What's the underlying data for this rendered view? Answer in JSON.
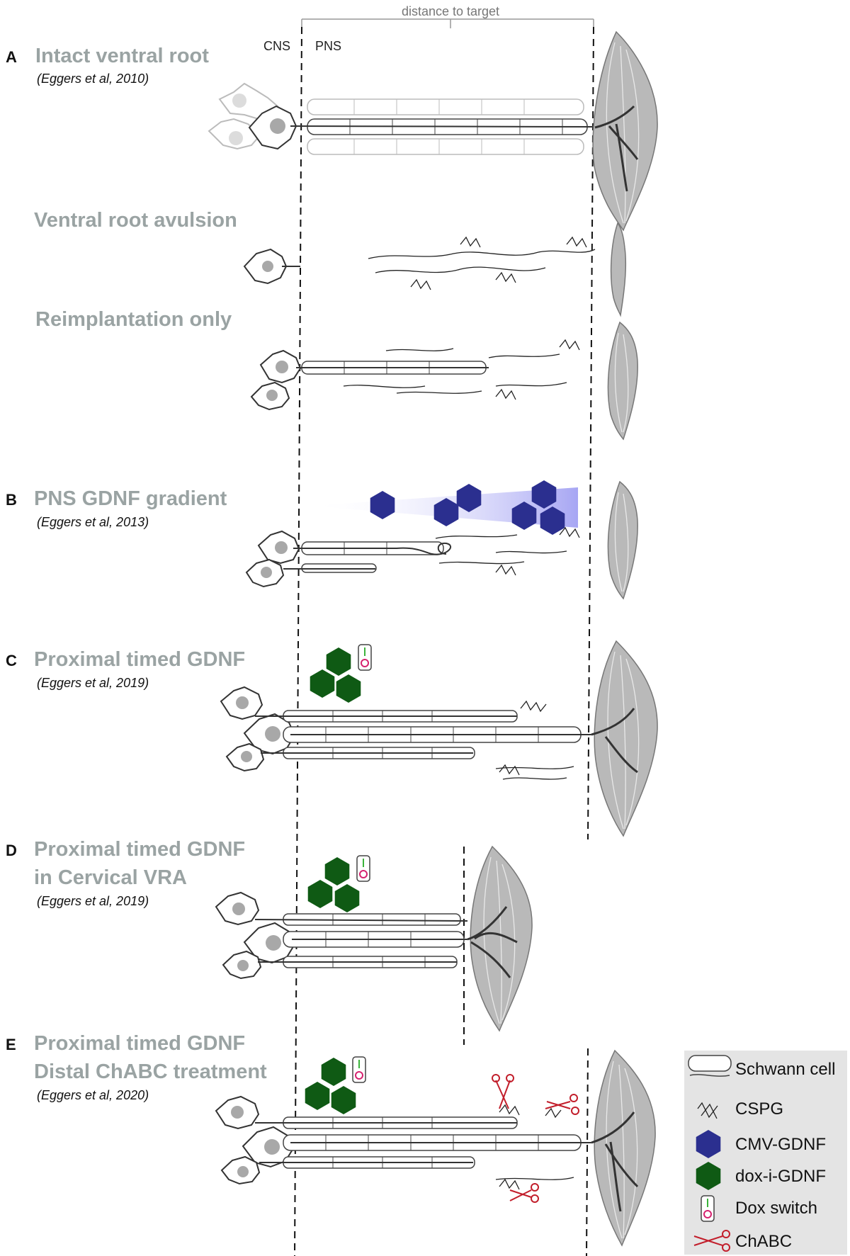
{
  "figure": {
    "distance_label": "distance to target",
    "cns_label": "CNS",
    "pns_label": "PNS",
    "panels": [
      {
        "letter": "A",
        "title_lines": [
          "Intact ventral root"
        ],
        "citation": "(Eggers et al,  2010)"
      },
      {
        "letter": "",
        "title_lines": [
          "Ventral root avulsion"
        ],
        "citation": ""
      },
      {
        "letter": "",
        "title_lines": [
          "Reimplantation only"
        ],
        "citation": ""
      },
      {
        "letter": "B",
        "title_lines": [
          "PNS GDNF gradient"
        ],
        "citation": "(Eggers et al, 2013)"
      },
      {
        "letter": "C",
        "title_lines": [
          "Proximal timed GDNF"
        ],
        "citation": "(Eggers et al, 2019)"
      },
      {
        "letter": "D",
        "title_lines": [
          "Proximal timed GDNF",
          "in Cervical VRA"
        ],
        "citation": "(Eggers et al, 2019)"
      },
      {
        "letter": "E",
        "title_lines": [
          "Proximal timed GDNF",
          "Distal ChABC treatment"
        ],
        "citation": "(Eggers et al, 2020)"
      }
    ],
    "legend": {
      "items": [
        {
          "icon": "schwann-cell-icon",
          "label": "Schwann cell"
        },
        {
          "icon": "cspg-icon",
          "label": "CSPG"
        },
        {
          "icon": "cmv-gdnf-hexagon-icon",
          "label": "CMV-GDNF"
        },
        {
          "icon": "dox-i-gdnf-hexagon-icon",
          "label": "dox-i-GDNF"
        },
        {
          "icon": "dox-switch-icon",
          "label": "Dox switch"
        },
        {
          "icon": "scissors-icon",
          "label": "ChABC"
        }
      ]
    },
    "colors": {
      "title_gray": "#9aa3a3",
      "cmv_gdnf": "#2b2f8f",
      "dox_i_gdnf": "#0f5a14",
      "switch_on": "#3bb43b",
      "switch_ring": "#d6226f",
      "chabc": "#c21e2b",
      "muscle": "#b9b9b9",
      "legend_bg": "#e4e4e4"
    }
  }
}
